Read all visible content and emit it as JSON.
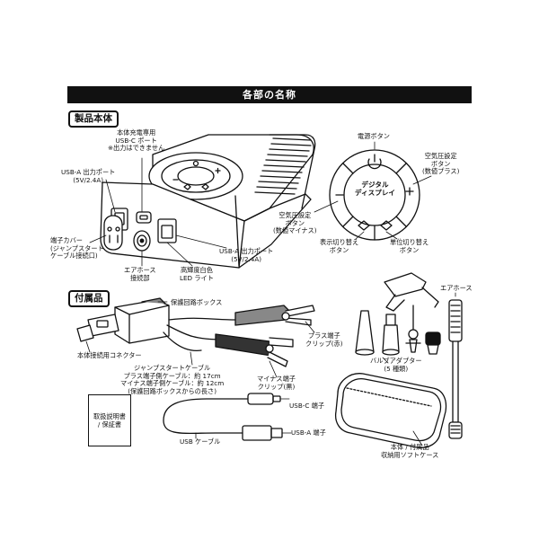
{
  "banner": {
    "title": "各部の名称"
  },
  "sections": {
    "main_unit": "製品本体",
    "accessories": "付属品"
  },
  "main_unit_labels": {
    "usb_c_port": "本体充電専用\nUSB-C ポート\n※出力はできません",
    "usb_a_port_left": "USB-A 出力ポート\n(5V/2.4A)",
    "terminal_cover": "端子カバー\n(ジャンプスタート\nケーブル接続口)",
    "air_hose_connector": "エアホース\n接続部",
    "led_light": "高輝度白色\nLED ライト",
    "usb_a_port_right": "USB-A 出力ポート\n(5V/2.4A)"
  },
  "panel_labels": {
    "power_button": "電源ボタン",
    "pressure_up": "空気圧設定\nボタン\n(数値プラス)",
    "display": "デジタル\nディスプレイ",
    "pressure_down": "空気圧設定\nボタン\n(数値マイナス)",
    "display_toggle": "表示切り替え\nボタン",
    "unit_toggle": "単位切り替え\nボタン"
  },
  "accessory_labels": {
    "protection_box": "保護回路ボックス",
    "connector": "本体接続用コネクター",
    "plus_clip": "プラス端子\nクリップ(赤)",
    "jump_cable": "ジャンプスタートケーブル\nプラス端子側ケーブル：約 17cm\nマイナス端子側ケーブル：約 12cm\n(保護回路ボックスからの長さ)",
    "minus_clip": "マイナス端子\nクリップ(黒)",
    "air_hose": "エアホース",
    "valve_adapter": "バルブアダプター\n(5 種類)",
    "manual": "取扱説明書\n/ 保証書",
    "usb_c_end": "USB-C 端子",
    "usb_a_end": "USB-A 端子",
    "usb_cable": "USB ケーブル",
    "soft_case": "本体 / 付属品\n収納用ソフトケース"
  },
  "icons": [
    "power-icon",
    "plus-icon",
    "minus-icon",
    "display-toggle-icon",
    "unit-toggle-icon"
  ],
  "colors": {
    "ink": "#111111",
    "banner": "#111111",
    "plus_clip": "#888888",
    "minus_clip": "#333333"
  }
}
